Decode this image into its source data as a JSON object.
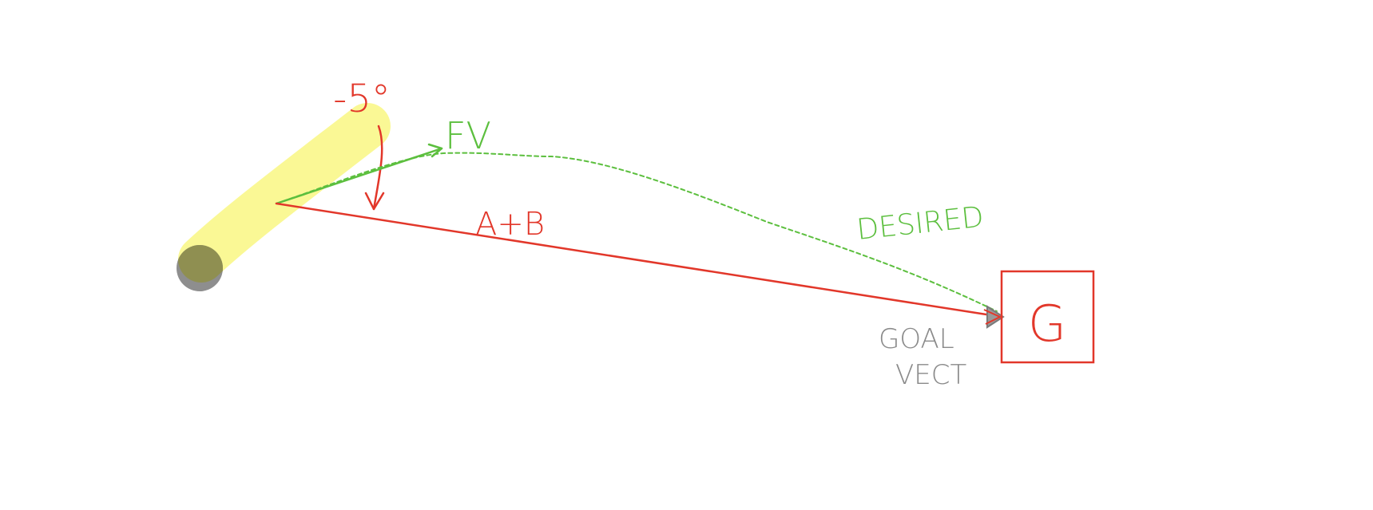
{
  "labels": {
    "angle": "-5°",
    "forward_vector": "FV",
    "sum": "A+B",
    "desired": "DESIRED",
    "goal": "G",
    "goal_vector_line1": "GOAL",
    "goal_vector_line2": "VECT"
  },
  "colors": {
    "red": "#e2372a",
    "green": "#5cbf3e",
    "gray": "#8a8a8a",
    "yellow_highlight": "#faf88f",
    "agent_body": "#8e8e8e",
    "agent_overlap": "#8f8f4a",
    "background": "#ffffff"
  },
  "icons": {
    "agent": "agent-circle-icon",
    "goal": "goal-box-icon"
  }
}
